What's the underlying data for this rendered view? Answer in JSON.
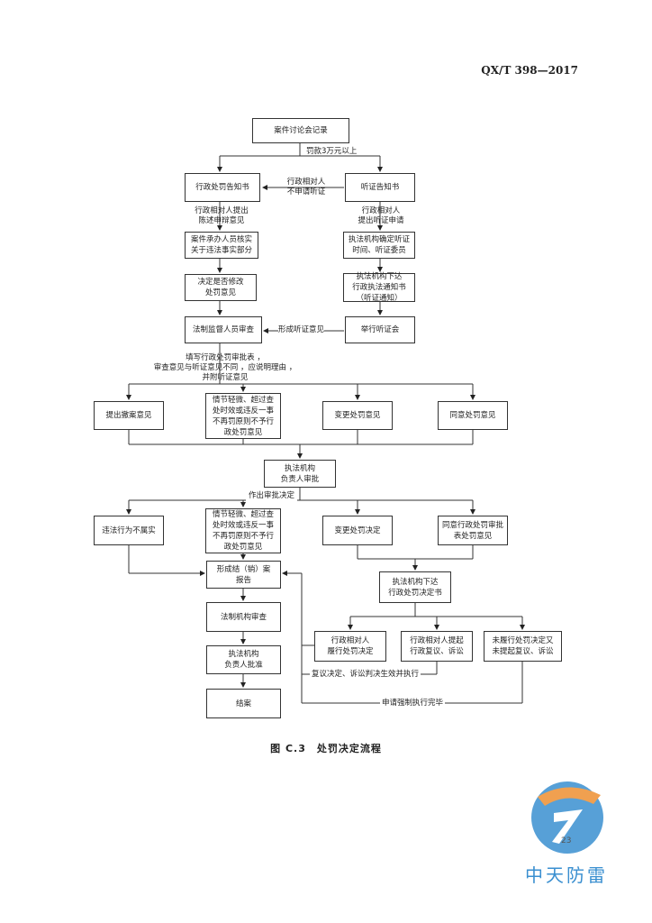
{
  "header": {
    "standard_no": "QX/T 398—2017"
  },
  "nodes": {
    "meeting_record": "案件讨论会记录",
    "penalty_notice": "行政处罚告知书",
    "hearing_notice": "听证告知书",
    "verify_facts": "案件承办人员核实\n关于违法事实部分",
    "hearing_agency": "执法机构确定听证\n时间、听证委员",
    "decide_modify": "决定是否修改\n处罚意见",
    "issue_hearing": "执法机构下达\n行政执法通知书\n（听证通知）",
    "legal_review": "法制监督人员审查",
    "hold_hearing": "举行听证会",
    "opt_withdraw": "提出撤案意见",
    "opt_minor": "情节轻微、超过查\n处时效或违反一事\n不再罚原则不予行\n政处罚意见",
    "opt_change": "变更处罚意见",
    "opt_agree": "同意处罚意见",
    "head_approve": "执法机构\n负责人审批",
    "dec_not_illegal": "违法行为不属实",
    "dec_minor": "情节轻微、超过查\n处时效或违反一事\n不再罚原则不予行\n政处罚意见",
    "dec_change": "变更处罚决定",
    "dec_agree": "同意行政处罚审批\n表处罚意见",
    "close_report": "形成结（销）案\n报告",
    "issue_decision": "执法机构下达\n行政处罚决定书",
    "legal_agency_review": "法制机构审查",
    "party_comply": "行政相对人\n履行处罚决定",
    "party_appeal": "行政相对人提起\n行政复议、诉讼",
    "party_no_comply": "未履行处罚决定又\n未提起复议、诉讼",
    "head_approval": "执法机构\n负责人批准",
    "case_closed": "结案"
  },
  "labels": {
    "fine_over": "罚款3万元以上",
    "no_hearing": "行政相对人\n不申请听证",
    "raise_defense": "行政相对人提出\n陈述申辩意见",
    "apply_hearing": "行政相对人\n提出听证申请",
    "form_opinion": "形成听证意见",
    "fill_form": "填写行政处罚审批表 ，\n审查意见与听证意见不同 ，应说明理由 ，\n并附听证意见",
    "make_decision": "作出审批决定",
    "review_result": "复议决定、诉讼判决生效并执行",
    "enforce_done": "申请强制执行完毕"
  },
  "caption": "图 C.3　处罚决定流程",
  "page_number": "23",
  "logo": {
    "text": "中天防雷",
    "colors": [
      "#f0a050",
      "#3a8fd0"
    ]
  }
}
